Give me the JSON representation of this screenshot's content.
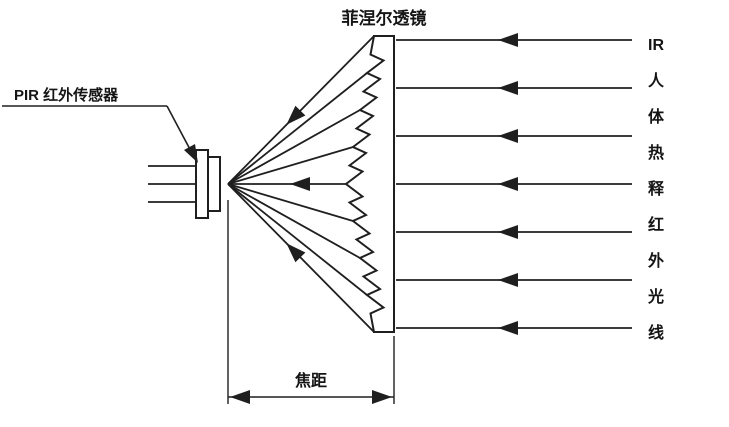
{
  "diagram": {
    "title": "菲涅尔透镜",
    "sensor_label": "PIR 红外传感器",
    "focal_label": "焦距",
    "ir_label_chars": [
      "IR",
      "人",
      "体",
      "热",
      "释",
      "红",
      "外",
      "光",
      "线"
    ],
    "line_color": "#1f1f1f",
    "background": "#ffffff"
  }
}
